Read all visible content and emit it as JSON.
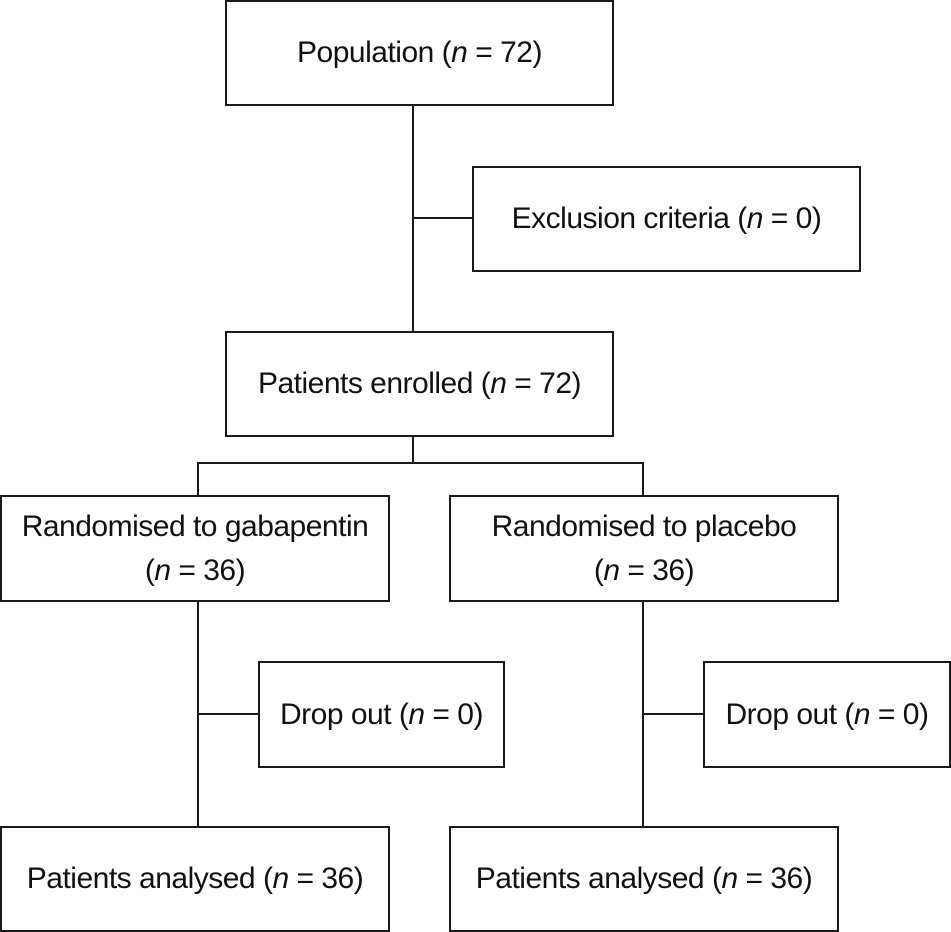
{
  "nodes": {
    "population": {
      "label": "Population",
      "n": "72"
    },
    "exclusion": {
      "label": "Exclusion criteria",
      "n": "0"
    },
    "enrolled": {
      "label": "Patients enrolled",
      "n": "72"
    },
    "gabapentin": {
      "label": "Randomised to gabapentin",
      "n": "36"
    },
    "placebo": {
      "label": "Randomised to placebo",
      "n": "36"
    },
    "dropout_gabapentin": {
      "label": "Drop out",
      "n": "0"
    },
    "dropout_placebo": {
      "label": "Drop out",
      "n": "0"
    },
    "analysed_gabapentin": {
      "label": "Patients analysed",
      "n": "36"
    },
    "analysed_placebo": {
      "label": "Patients analysed",
      "n": "36"
    }
  },
  "notation": {
    "n_symbol": "n",
    "equals": " = "
  },
  "colors": {
    "line": "#1a1a1a",
    "background": "#ffffff",
    "text": "#111111"
  }
}
